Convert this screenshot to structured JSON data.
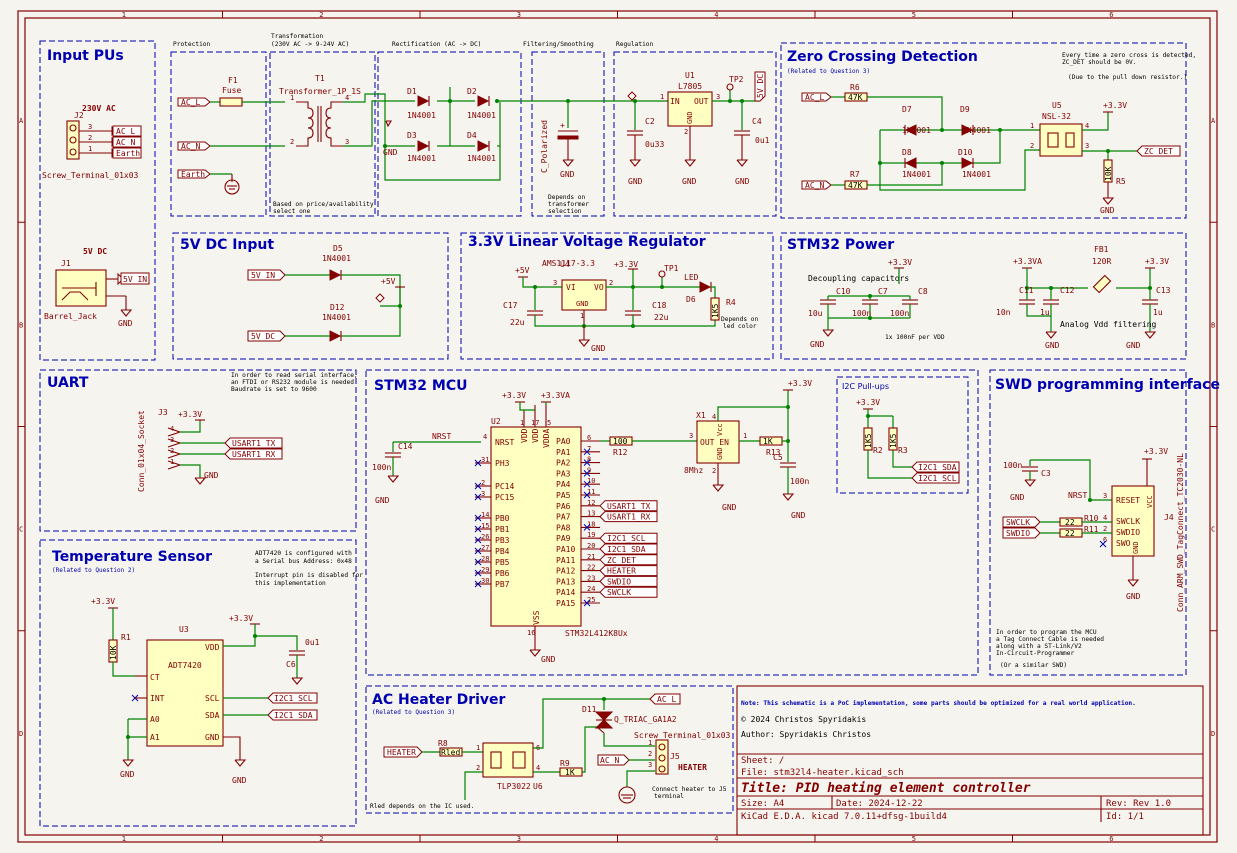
{
  "title_block": {
    "sheet": "Sheet: /",
    "file": "File: stm32l4-heater.kicad_sch",
    "title": "Title: PID heating element controller",
    "size": "Size: A4",
    "date": "Date: 2024-12-22",
    "rev": "Rev: Rev 1.0",
    "tool": "KiCad E.D.A.  kicad 7.0.11+dfsg-1build4",
    "id": "Id: 1/1",
    "note": "Note: This schematic is a PoC implementation, some parts should be optimized for a real world application.",
    "copyright": "© 2024 Christos Spyridakis",
    "author": "Author: Spyridakis Christos"
  },
  "border": {
    "cols": [
      "1",
      "2",
      "3",
      "4",
      "5",
      "6"
    ],
    "rows": [
      "A",
      "B",
      "C",
      "D"
    ]
  },
  "sections": {
    "input_pus": "Input PUs",
    "zcd": "Zero Crossing Detection",
    "zcd_note": "(Related to Question 3)",
    "dc_input": "5V DC Input",
    "ldo": "3.3V Linear Voltage Regulator",
    "stm_power": "STM32 Power",
    "uart": "UART",
    "mcu": "STM32 MCU",
    "i2c_pu": "I2C Pull-ups",
    "swd": "SWD programming interface",
    "temp": "Temperature Sensor",
    "temp_note": "(Related to Question 2)",
    "heater": "AC Heater Driver",
    "heater_note": "(Related to Question 3)"
  },
  "subs": {
    "protection": "Protection",
    "transformation": "Transformation",
    "transformation2": "(230V AC -> 9-24V AC)",
    "rectification": "Rectification (AC -> DC)",
    "filtering": "Filtering/Smoothing",
    "regulation": "Regulation"
  },
  "notes": {
    "transformer": [
      "Based on price/availability",
      "select one"
    ],
    "filter": [
      "Depends on",
      "transformer",
      "selection"
    ],
    "zcd": [
      "Every time a zero cross is detected,",
      "ZC_DET should be 0V.",
      "",
      "(Due to the pull down resistor.)"
    ],
    "uart": [
      "In order to read serial interface,",
      "an FTDI or RS232 module is needed",
      "Baudrate is set to 9600"
    ],
    "led": [
      "Depends on",
      "led color"
    ],
    "decoupling": "Decoupling capacitors",
    "decoupling2": "1x 100nF per VDD",
    "analog": "Analog Vdd filtering",
    "adt": [
      "ADT7420 is configured with",
      "a Serial bus Address: 0x48",
      "",
      "Interrupt pin is disabled for",
      "this implementation"
    ],
    "swd": [
      "In order to program the MCU",
      "a Tag Connect Cable is needed",
      "along with a ST-Link/V2",
      "In-Circuit-Programmer",
      "",
      "(Or a similar SWD)"
    ],
    "heater_conn": [
      "Connect heater to J5",
      "terminal"
    ],
    "rled": "Rled depends on the IC used."
  },
  "labels": {
    "ac_l": "AC_L",
    "ac_n": "AC_N",
    "earth": "Earth",
    "v5_in": "5V_IN",
    "v5_dc": "5V_DC",
    "usart_tx": "USART1_TX",
    "usart_rx": "USART1_RX",
    "i2c_scl": "I2C1_SCL",
    "i2c_sda": "I2C1_SDA",
    "zc_det": "ZC_DET",
    "heater": "HEATER",
    "swdio": "SWDIO",
    "swclk": "SWCLK",
    "gnd": "GND",
    "v5": "+5V",
    "v33": "+3.3V",
    "v33a": "+3.3VA",
    "nrst": "NRST"
  },
  "parts": {
    "j2": "J2",
    "j2v": "Screw_Terminal_01x03",
    "v230": "230V AC",
    "f1": "F1",
    "fuse": "Fuse",
    "t1": "T1",
    "t1v": "Transformer_1P_1S",
    "d1": "D1",
    "d2": "D2",
    "d3": "D3",
    "d4": "D4",
    "n4001": "1N4001",
    "cpol": "C_Polarized",
    "u1": "U1",
    "u1v": "L7805",
    "c2": "C2",
    "c2v": "0u33",
    "c4": "C4",
    "c4v": "0u1",
    "tp2": "TP2",
    "in": "IN",
    "out": "OUT",
    "r6": "R6",
    "r7": "R7",
    "r5": "R5",
    "k47": "47K",
    "k10": "10K",
    "d7": "D7",
    "d8": "D8",
    "d9": "D9",
    "d10": "D10",
    "u5": "U5",
    "u5v": "NSL-32",
    "j1": "J1",
    "j1v": "Barrel_Jack",
    "dc5": "5V DC",
    "d5": "D5",
    "d12": "D12",
    "u4": "U4",
    "u4v": "AMS1117-3.3",
    "vi": "VI",
    "vo": "VO",
    "c17": "C17",
    "c18": "C18",
    "u22": "22u",
    "tp1": "TP1",
    "led": "LED",
    "d6": "D6",
    "r4": "R4",
    "k15": "1K5",
    "c10": "C10",
    "c7": "C7",
    "c8": "C8",
    "v10u": "10u",
    "n100": "100n",
    "fb1": "FB1",
    "r120": "120R",
    "c11": "C11",
    "c12": "C12",
    "c13": "C13",
    "n10": "10n",
    "u1c": "1u",
    "j3": "J3",
    "j3v": "Conn_01x04_Socket",
    "u2": "U2",
    "u2v": "STM32L412K8Ux",
    "c14": "C14",
    "vdd": "VDD",
    "vdda": "VDDA",
    "vss": "VSS",
    "pa": [
      "PA0",
      "PA1",
      "PA2",
      "PA3",
      "PA4",
      "PA5",
      "PA6",
      "PA7",
      "PA8",
      "PA9",
      "PA10",
      "PA11",
      "PA12",
      "PA13",
      "PA14",
      "PA15"
    ],
    "pb": [
      "PB0",
      "PB1",
      "PB3",
      "PB4",
      "PB5",
      "PB6",
      "PB7"
    ],
    "ph3": "PH3",
    "pc14": "PC14",
    "pc15": "PC15",
    "x1": "X1",
    "x1v": "8Mhz",
    "vcc": "Vcc",
    "outen": "OUT EN",
    "r12": "R12",
    "r13": "R13",
    "c5": "C5",
    "r100": "100",
    "k1": "1K",
    "r2": "R2",
    "r3": "R3",
    "j4": "J4",
    "j4v": "Conn_ARM_SWD_TagConnect_TC2030-NL",
    "c3": "C3",
    "r10": "R10",
    "r11": "R11",
    "r22": "22",
    "reset": "RESET",
    "swclk_p": "SWCLK",
    "swdio_p": "SWDIO",
    "swo": "SWO",
    "u3": "U3",
    "u3v": "ADT7420",
    "r1": "R1",
    "c6": "C6",
    "ct": "CT",
    "int": "INT",
    "a0": "A0",
    "a1": "A1",
    "scl": "SCL",
    "sda": "SDA",
    "r8": "R8",
    "rled": "Rled",
    "u6": "U6",
    "u6v": "TLP3022",
    "r9": "R9",
    "d11": "D11",
    "d11v": "Q_TRIAC_GA1A2",
    "j5": "J5",
    "j5v": "Screw_Terminal_01x03"
  }
}
